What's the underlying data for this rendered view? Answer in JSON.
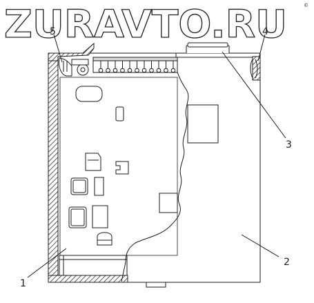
{
  "watermark": "ZURAVTO.RU",
  "corner_mark": "©",
  "part_labels": [
    "1",
    "2",
    "3",
    "4",
    "5"
  ],
  "colors": {
    "line": "#1a1a1a",
    "fill": "#ffffff",
    "hatch": "#333333",
    "gray": "#d9d9d9"
  }
}
